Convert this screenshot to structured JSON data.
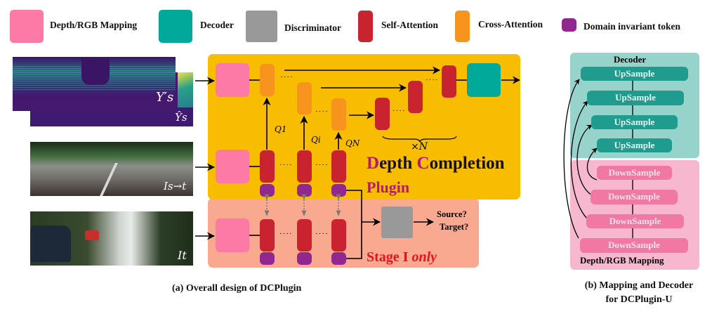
{
  "legend": [
    {
      "label": "Depth/RGB Mapping",
      "color": "#fd7aa7"
    },
    {
      "label": "Decoder",
      "color": "#00a99a"
    },
    {
      "label": "Discriminator",
      "color": "#999999"
    },
    {
      "label": "Self-Attention",
      "color": "#c8232f"
    },
    {
      "label": "Cross-Attention",
      "color": "#f7941d"
    },
    {
      "label": "Domain invariant token",
      "color": "#92278f"
    }
  ],
  "inputs": {
    "depth_sparse": "Y′s",
    "depth_pred": "Ŷs",
    "image_source_to_target": "Is→t",
    "image_target": "It"
  },
  "panel_a": {
    "queries": [
      "Q1",
      "Qi",
      "QN"
    ],
    "repeat_label": "×N",
    "plugin_title_initial_d": "D",
    "plugin_title_rest_d": "epth ",
    "plugin_title_initial_c": "C",
    "plugin_title_rest_c": "ompletion",
    "plugin_title_line2": "Plugin",
    "discriminator_outputs": [
      "Source?",
      "Target?"
    ],
    "stage_label_main": "Stage I ",
    "stage_label_italic": "only",
    "dots": "····",
    "colors": {
      "plugin_bg": "#f9bd00",
      "stage_bg": "#f8a98f",
      "accent_magenta": "#b5177a",
      "stage_red": "#e8121c"
    },
    "caption": "(a) Overall design of DCPlugin"
  },
  "panel_b": {
    "decoder_title": "Decoder",
    "upsample": [
      "UpSample",
      "UpSample",
      "UpSample",
      "UpSample"
    ],
    "downsample": [
      "DownSample",
      "DownSample",
      "DownSample",
      "DownSample"
    ],
    "mapping_title": "Depth/RGB Mapping",
    "caption_line1": "(b) Mapping and Decoder",
    "caption_line2": "for DCPlugin-U",
    "colors": {
      "decoder_bg": "#96d3cb",
      "decoder_block": "#1f9c8d",
      "mapping_bg": "#f7b8cf",
      "mapping_block": "#f078a2"
    }
  }
}
